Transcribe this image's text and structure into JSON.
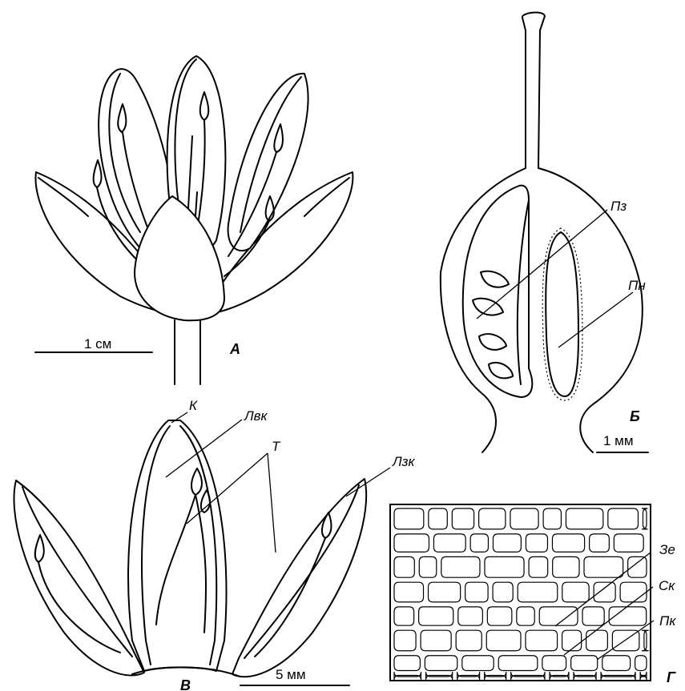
{
  "panels": {
    "a": {
      "letter": "А",
      "scale": "1 см"
    },
    "b": {
      "letter": "Б",
      "scale": "1 мм",
      "labels": {
        "pz": "Пз",
        "pn": "Пн"
      }
    },
    "v": {
      "letter": "В",
      "scale": "5 мм",
      "labels": {
        "k": "К",
        "lvk": "Лвк",
        "t": "Т",
        "lzk": "Лзк"
      }
    },
    "g": {
      "letter": "Г",
      "labels": {
        "ze": "Зе",
        "sk": "Ск",
        "pk": "Пк"
      }
    }
  }
}
